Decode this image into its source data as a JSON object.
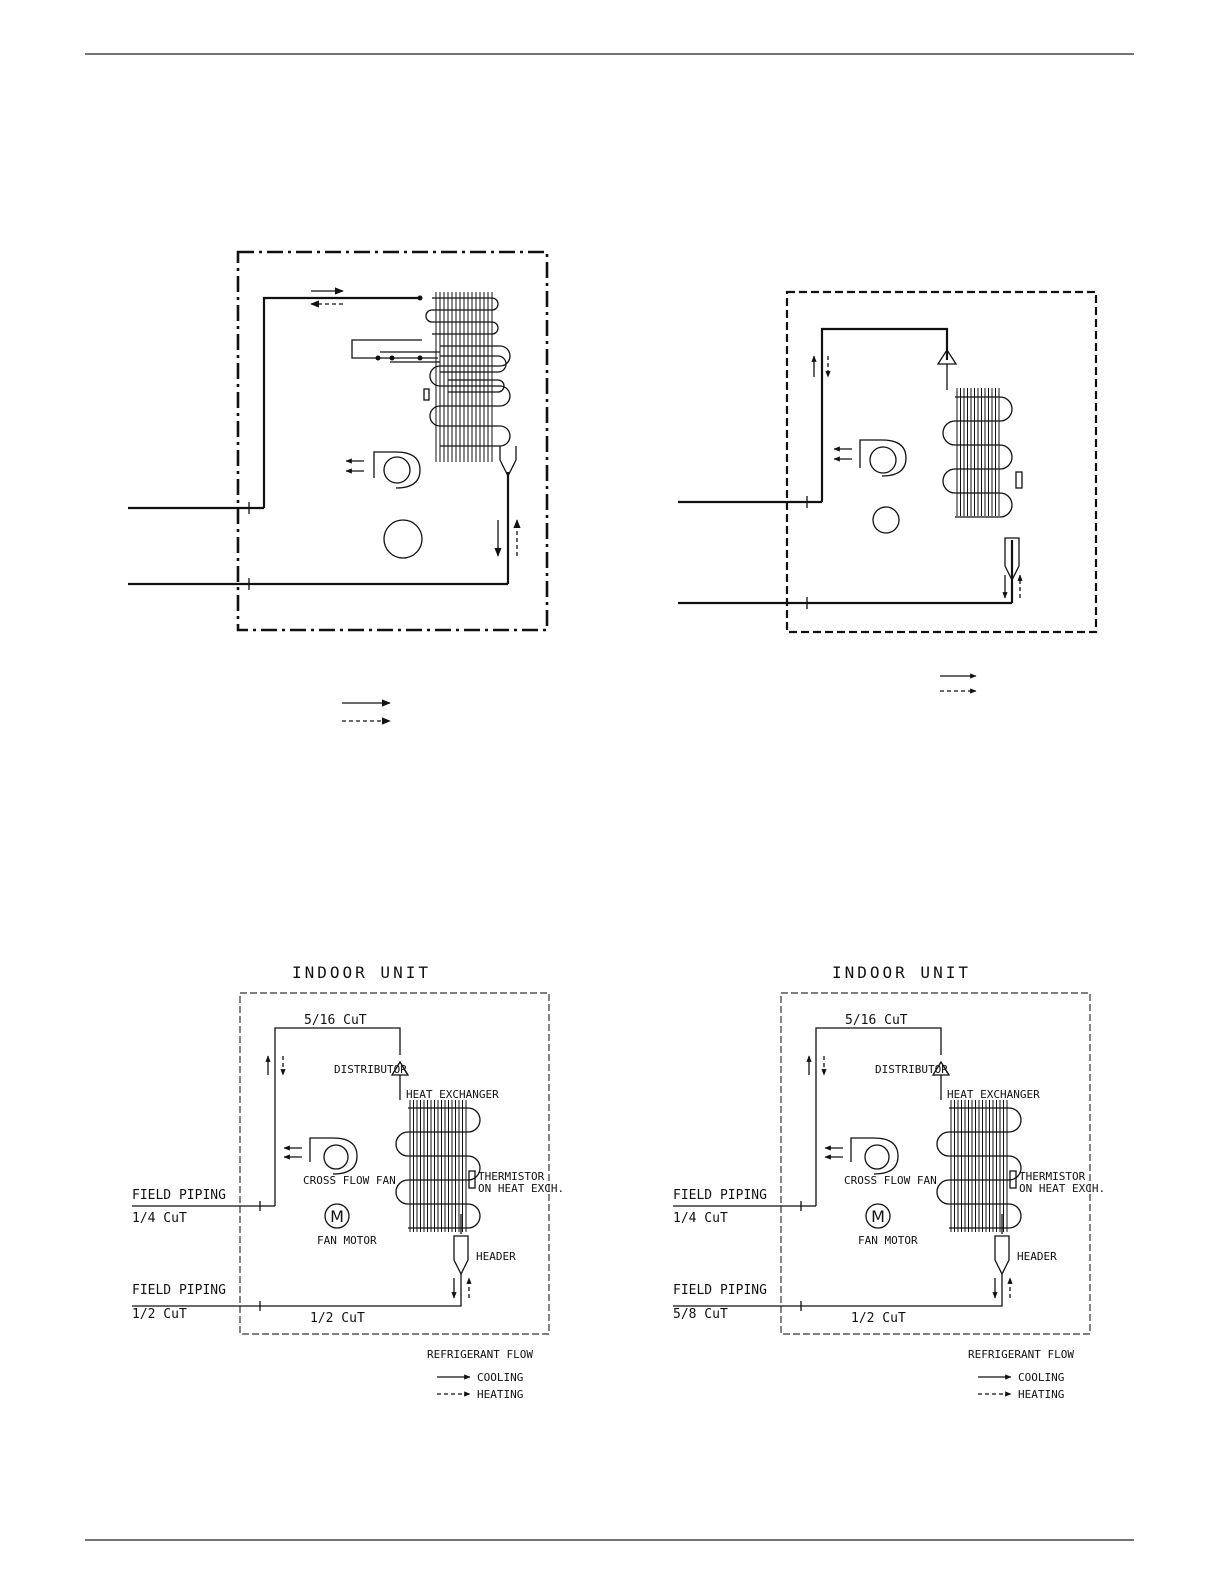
{
  "diagrams": [
    {
      "title": "",
      "labels": {}
    },
    {
      "title": "",
      "labels": {}
    },
    {
      "title": "INDOOR UNIT",
      "labels": {
        "top_pipe": "5/16 CuT",
        "distributor": "DISTRIBUTOR",
        "heat_exchanger": "HEAT EXCHANGER",
        "fan": "CROSS FLOW FAN",
        "thermistor_1": "THERMISTOR",
        "thermistor_2": "ON HEAT EXCH.",
        "motor_symbol": "M",
        "motor": "FAN MOTOR",
        "header": "HEADER",
        "field_upper": "FIELD PIPING",
        "field_upper_size": "1/4 CuT",
        "field_lower": "FIELD PIPING",
        "field_lower_size": "1/2 CuT",
        "bottom_pipe": "1/2 CuT",
        "legend_title": "REFRIGERANT FLOW",
        "legend_cooling": "COOLING",
        "legend_heating": "HEATING"
      }
    },
    {
      "title": "INDOOR UNIT",
      "labels": {
        "top_pipe": "5/16 CuT",
        "distributor": "DISTRIBUTOR",
        "heat_exchanger": "HEAT EXCHANGER",
        "fan": "CROSS FLOW FAN",
        "thermistor_1": "THERMISTOR",
        "thermistor_2": "ON HEAT EXCH.",
        "motor_symbol": "M",
        "motor": "FAN MOTOR",
        "header": "HEADER",
        "field_upper": "FIELD PIPING",
        "field_upper_size": "1/4 CuT",
        "field_lower": "FIELD PIPING",
        "field_lower_size": "5/8 CuT",
        "bottom_pipe": "1/2 CuT",
        "legend_title": "REFRIGERANT FLOW",
        "legend_cooling": "COOLING",
        "legend_heating": "HEATING"
      }
    }
  ]
}
